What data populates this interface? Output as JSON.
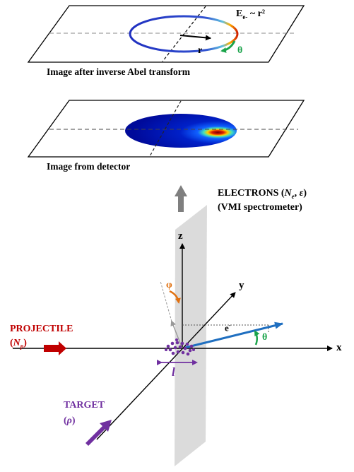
{
  "panel_top": {
    "caption": "Image after inverse Abel transform",
    "energy_eq": {
      "E": "E",
      "sub": "e-",
      "rest": " ~ r²"
    },
    "r_label": "r",
    "theta_label": "θ"
  },
  "panel_bottom": {
    "caption": "Image from detector"
  },
  "electrons": {
    "line1_prefix": "ELECTRONS (",
    "Ne_N": "N",
    "Ne_sub": "e",
    "sep": ", ",
    "eps": "ε",
    "line1_suffix": ")",
    "line2": "(VMI spectrometer)"
  },
  "axes": {
    "x": "x",
    "y": "y",
    "z": "z"
  },
  "angles": {
    "phi": "φ",
    "theta": "θ"
  },
  "electron_label": {
    "e": "e",
    "sup": "-"
  },
  "projectile": {
    "line1": "PROJECTILE",
    "open": "(",
    "N": "N",
    "sub": "p",
    "close": ")"
  },
  "target": {
    "line1": "TARGET",
    "line2_open": "(",
    "rho": "ρ",
    "line2_close": ")"
  },
  "length_label": "l",
  "colors": {
    "projectile": "#c00000",
    "target": "#7030a0",
    "electron_arrow": "#1f6fc0",
    "theta": "#1aa34a",
    "phi": "#e07010",
    "up_arrow": "#7f7f7f",
    "plane": "#d9d9d9"
  }
}
